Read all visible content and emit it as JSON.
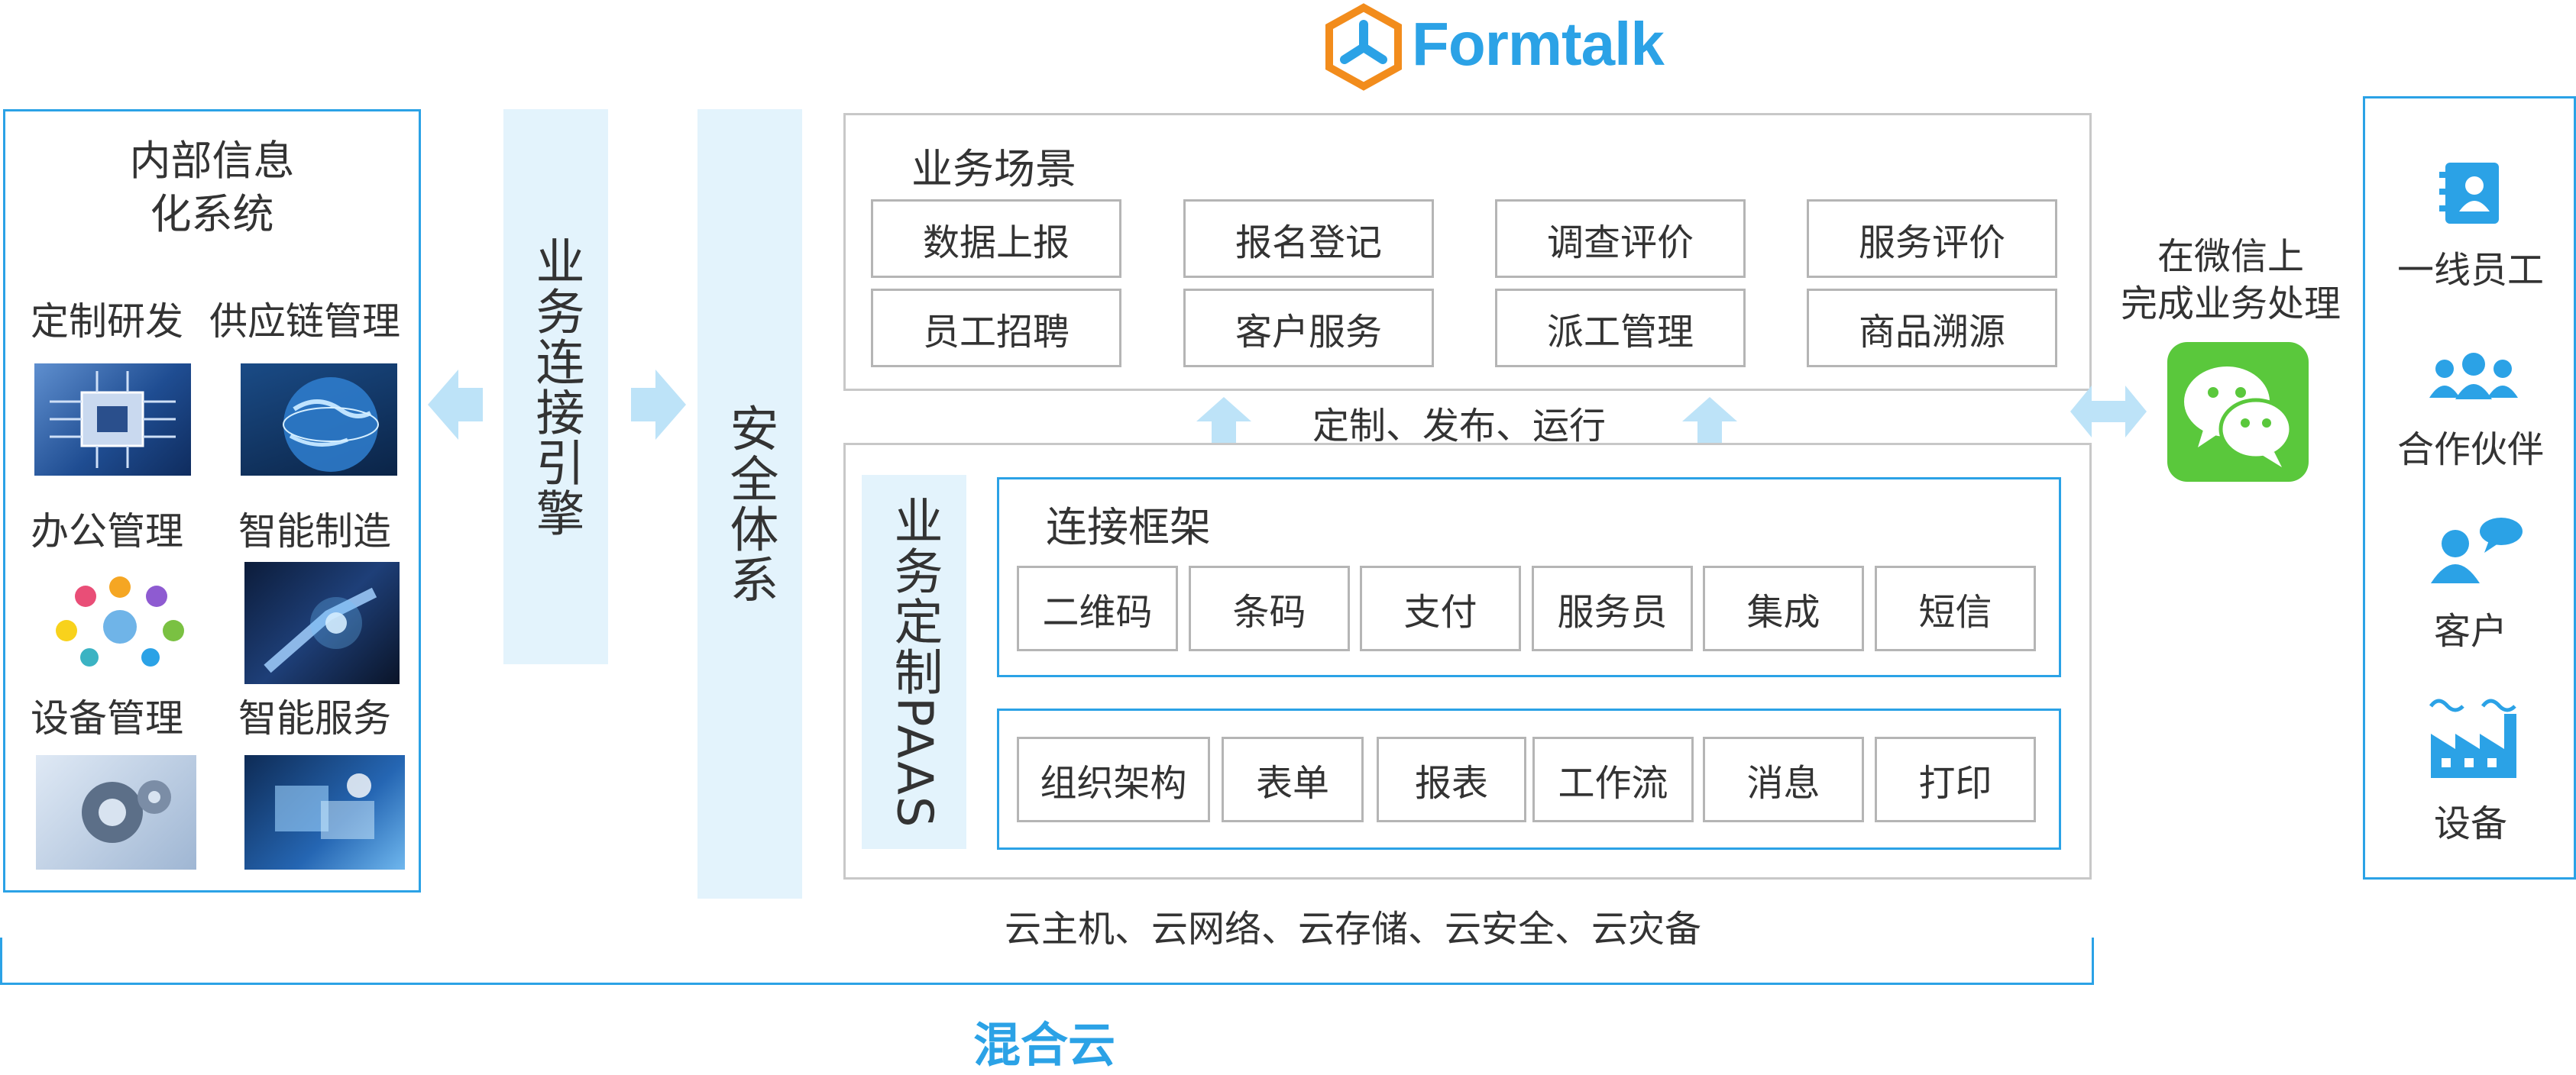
{
  "logo": {
    "text": "Formtalk"
  },
  "left": {
    "title_l1": "内部信息",
    "title_l2": "化系统",
    "items": [
      "定制研发",
      "供应链管理",
      "办公管理",
      "智能制造",
      "设备管理",
      "智能服务"
    ]
  },
  "connector": {
    "label": "业务连接引擎"
  },
  "security": {
    "label": "安全体系"
  },
  "scenes": {
    "title": "业务场景",
    "buttons": [
      "数据上报",
      "报名登记",
      "调查评价",
      "服务评价",
      "员工招聘",
      "客户服务",
      "派工管理",
      "商品溯源"
    ]
  },
  "flow_label": "定制、发布、运行",
  "paas": {
    "vertical_label": "业务定制PAAS",
    "connect_title": "连接框架",
    "connect_items": [
      "二维码",
      "条码",
      "支付",
      "服务员",
      "集成",
      "短信"
    ],
    "core_items": [
      "组织架构",
      "表单",
      "报表",
      "工作流",
      "消息",
      "打印"
    ]
  },
  "wechat": {
    "line1": "在微信上",
    "line2": "完成业务处理"
  },
  "right": {
    "items": [
      "一线员工",
      "合作伙伴",
      "客户",
      "设备"
    ]
  },
  "cloud": {
    "services": "云主机、云网络、云存储、云安全、云灾备",
    "title": "混合云"
  },
  "colors": {
    "accent": "#2ba2e6",
    "band": "#e3f3fc",
    "logo_orange": "#f28c1c",
    "wechat_green": "#5ac83c"
  }
}
